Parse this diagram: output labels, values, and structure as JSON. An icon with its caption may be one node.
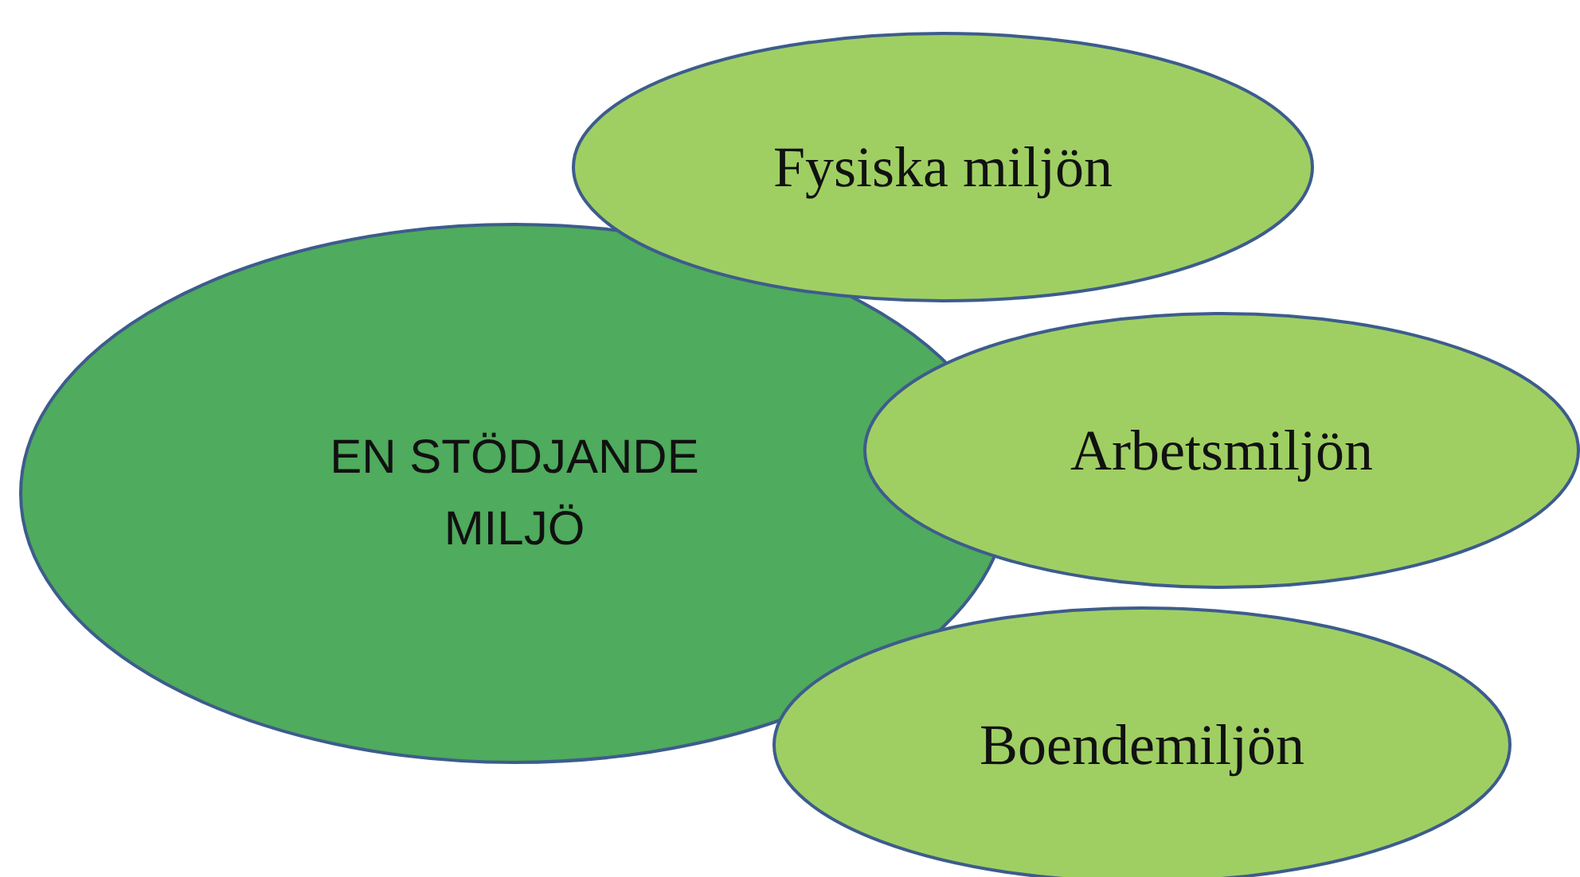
{
  "diagram": {
    "nodes": [
      {
        "text": [
          "EN STÖDJANDE MILJÖ"
        ]
      },
      {
        "text": [
          "Fysiska miljön"
        ]
      },
      {
        "text": [
          "Arbetsmiljön"
        ]
      },
      {
        "text": [
          "Boendemiljön"
        ]
      }
    ],
    "edges": []
  }
}
